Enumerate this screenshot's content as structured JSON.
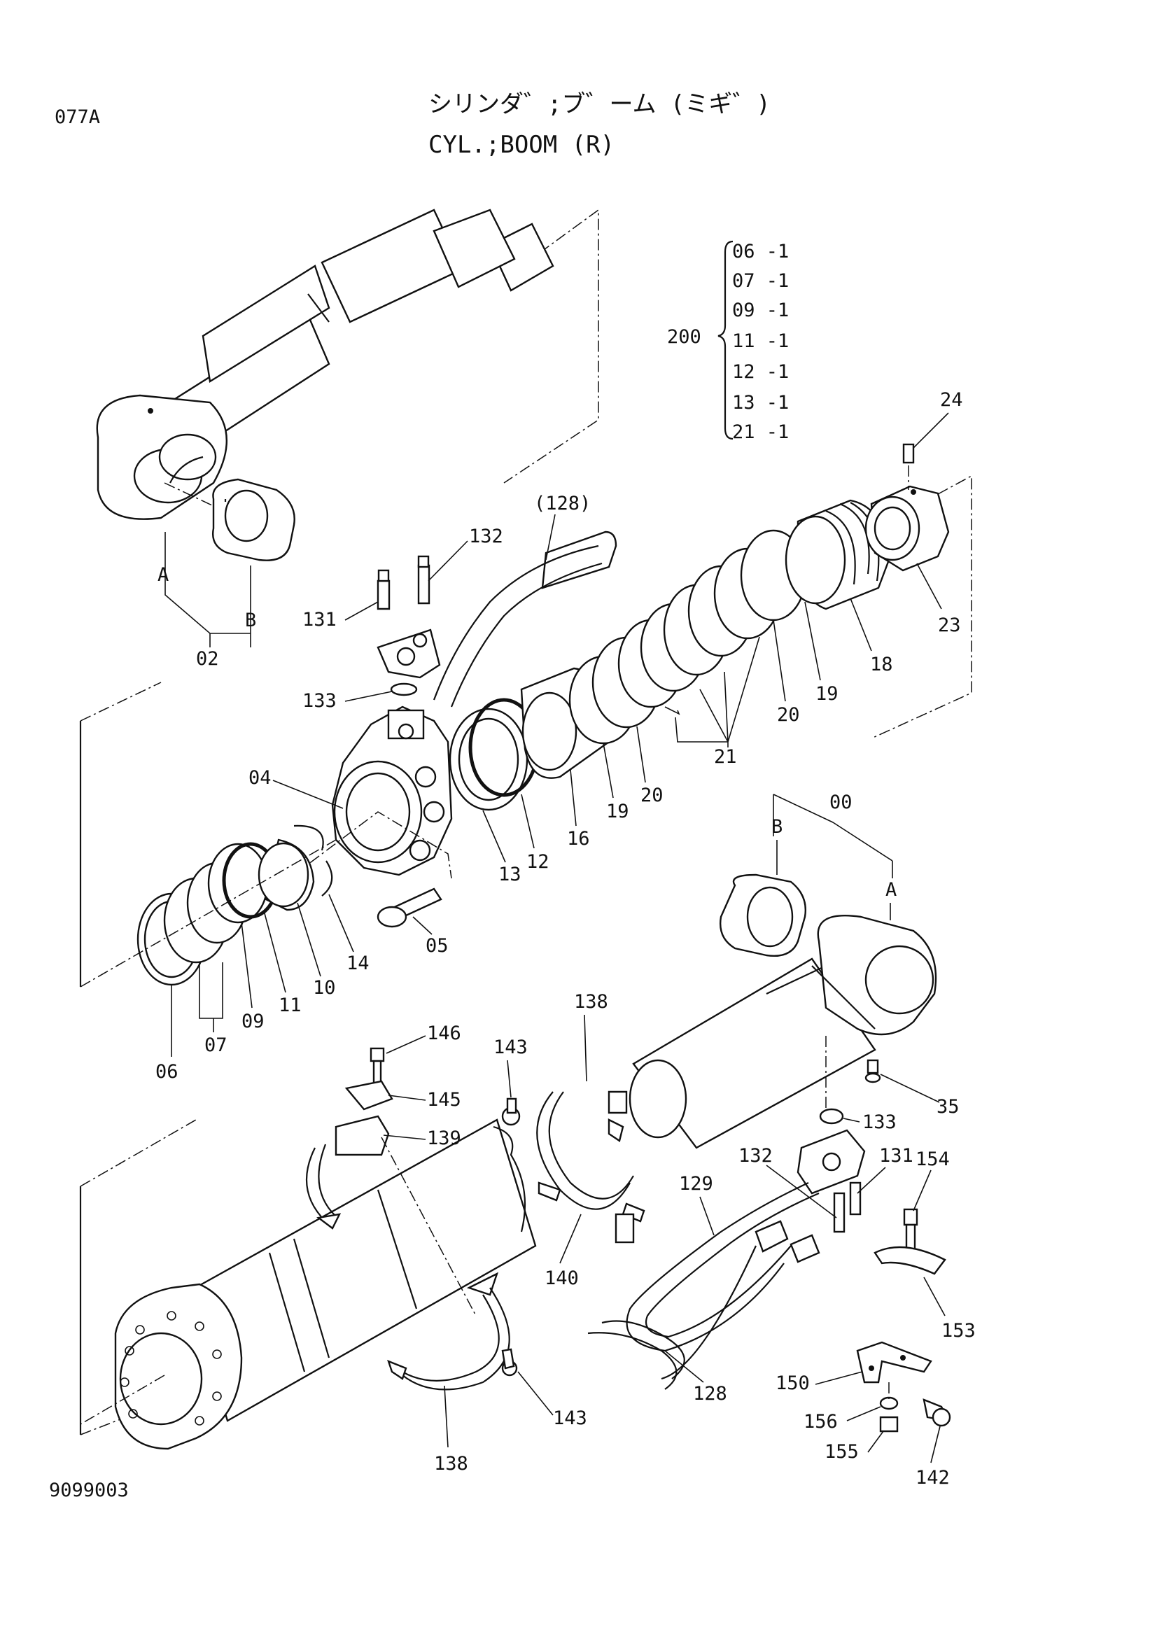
{
  "page_code": "077A",
  "title_jp": "シリンダ゛;ブ゛ーム (ミギ゛)",
  "title_en": "CYL.;BOOM (R)",
  "drawing_number": "9099003",
  "kit": {
    "number": "200",
    "items": [
      "06 -1",
      "07 -1",
      "09 -1",
      "11 -1",
      "12 -1",
      "13 -1",
      "21 -1"
    ]
  },
  "callouts": {
    "A_rod": "A",
    "B_rod": "B",
    "n02": "02",
    "B_tube": "B",
    "A_tube": "A",
    "n00": "00",
    "n04": "04",
    "n05": "05",
    "n06": "06",
    "n07": "07",
    "n09": "09",
    "n10": "10",
    "n11": "11",
    "n12": "12",
    "n13": "13",
    "n14": "14",
    "n16": "16",
    "n18": "18",
    "n19a": "19",
    "n19b": "19",
    "n20a": "20",
    "n20b": "20",
    "n21": "21",
    "n23": "23",
    "n24": "24",
    "n35": "35",
    "n128a": "(128)",
    "n128b": "128",
    "n129": "129",
    "n131a": "131",
    "n131b": "131",
    "n132a": "132",
    "n132b": "132",
    "n133a": "133",
    "n133b": "133",
    "n138a": "138",
    "n138b": "138",
    "n139": "139",
    "n140": "140",
    "n142": "142",
    "n143a": "143",
    "n143b": "143",
    "n145": "145",
    "n146": "146",
    "n150": "150",
    "n153": "153",
    "n154": "154",
    "n155": "155",
    "n156": "156"
  }
}
